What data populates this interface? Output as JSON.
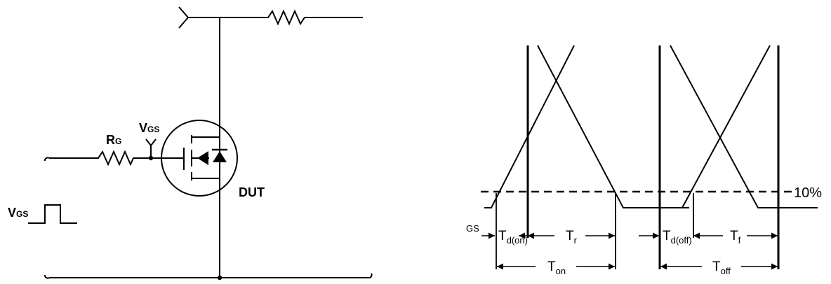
{
  "circuit": {
    "rg_main": "R",
    "rg_sub": "G",
    "vgs_probe_main": "V",
    "vgs_probe_sub": "GS",
    "vgs_pulse_main": "V",
    "vgs_pulse_sub": "GS",
    "dut": "DUT"
  },
  "waveform": {
    "level_label": "10%",
    "left_cut": "GS",
    "td_on_main": "T",
    "td_on_sub": "d(on)",
    "tr_main": "T",
    "tr_sub": "r",
    "ton_main": "T",
    "ton_sub": "on",
    "td_off_main": "T",
    "td_off_sub": "d(off)",
    "tf_main": "T",
    "tf_sub": "f",
    "toff_main": "T",
    "toff_sub": "off"
  },
  "colors": {
    "ink": "#000000",
    "background": "#ffffff"
  }
}
